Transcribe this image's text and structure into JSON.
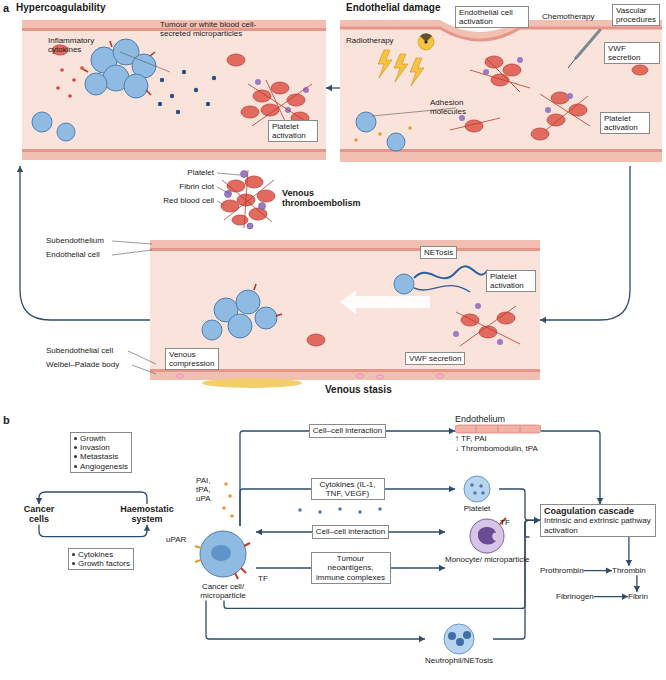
{
  "diagram": {
    "nodes": [
      {
        "text": [
          "Hypercoagulability"
        ]
      },
      {
        "text": [
          "Platelet activation"
        ],
        "in": 0
      },
      {
        "text": [
          "Endothelial damage"
        ]
      },
      {
        "text": [
          "Endothelial cell activation"
        ],
        "in": 2
      },
      {
        "text": [
          "Vascular procedures"
        ],
        "in": 2
      },
      {
        "text": [
          "VWF secretion"
        ],
        "in": 2
      },
      {
        "text": [
          "Platelet activation"
        ],
        "in": 2
      },
      {
        "text": [
          "Venous stasis"
        ]
      },
      {
        "text": [
          "NETosis"
        ],
        "in": 7
      },
      {
        "text": [
          "Platelet activation"
        ],
        "in": 7
      },
      {
        "text": [
          "VWF secretion"
        ],
        "in": 7
      },
      {
        "text": [
          "Venous compression"
        ],
        "in": 7
      },
      {
        "text": [
          "Cancer cells"
        ]
      },
      {
        "text": [
          "Haemostatic system"
        ]
      },
      {
        "text": [
          "Growth",
          "Invasion",
          "Metastasis",
          "Angiogenesis"
        ]
      },
      {
        "text": [
          "Cytokines",
          "Growth factors"
        ]
      },
      {
        "text": [
          "Cancer cell/ microparticle"
        ]
      },
      {
        "text": [
          "Endothelium",
          "↑ TF, PAI",
          "↓ Thrombomodulin, tPA"
        ]
      },
      {
        "text": [
          "Platelet"
        ]
      },
      {
        "text": [
          "Monocyte/ microparticle"
        ]
      },
      {
        "text": [
          "Neutrophil/NETosis"
        ]
      },
      {
        "text": [
          "Coagulation cascade",
          "Intrinsic and extrinsic pathway activation"
        ]
      },
      {
        "text": [
          "Prothrombin"
        ]
      },
      {
        "text": [
          "Thrombin"
        ]
      },
      {
        "text": [
          "Fibrinogen"
        ]
      },
      {
        "text": [
          "Fibrin"
        ]
      }
    ],
    "edges": [
      {
        "from": 2,
        "to": 0,
        "arrow": "to"
      },
      {
        "from": 2,
        "to": 7,
        "arrow": "to"
      },
      {
        "from": 7,
        "to": 0,
        "arrow": "to"
      },
      {
        "from": 13,
        "to": 12,
        "arrow": "to"
      },
      {
        "from": 12,
        "to": 13,
        "arrow": "to"
      },
      {
        "from": 16,
        "to": 17,
        "label": "Cell–cell interaction",
        "arrow": "to"
      },
      {
        "from": 16,
        "to": 18,
        "label": "Cytokines (IL-1, TNF, VEGF)",
        "arrow": "to"
      },
      {
        "from": 16,
        "to": 19,
        "label": "Cell–cell interaction",
        "arrow": "both"
      },
      {
        "from": 16,
        "to": 19,
        "label": "Tumour neoantigens, immune complexes",
        "arrow": "to"
      },
      {
        "from": 16,
        "to": 21,
        "arrow": "to"
      },
      {
        "from": 16,
        "to": 20,
        "arrow": "to"
      },
      {
        "from": 17,
        "to": 21,
        "arrow": "to"
      },
      {
        "from": 18,
        "to": 21,
        "arrow": "to"
      },
      {
        "from": 19,
        "to": 21,
        "arrow": "to"
      },
      {
        "from": 20,
        "to": 21,
        "arrow": "to"
      },
      {
        "from": 22,
        "to": 23,
        "arrow": "to"
      },
      {
        "from": 24,
        "to": 25,
        "arrow": "to"
      },
      {
        "from": 23,
        "to": 25,
        "arrow": "to"
      },
      {
        "from": 21,
        "to": 23,
        "arrow": "to"
      }
    ],
    "labels": [
      "a",
      "Inflammatory cytokines",
      "Tumour or white blood cell-secreted microparticles",
      "Radiotherapy",
      "Chemotherapy",
      "Adhesion molecules",
      "Platelet",
      "Fibrin clot",
      "Red blood cell",
      "Venous thromboembolism",
      "Subendothelium",
      "Endothelial cell",
      "Subendothelial cell",
      "Weibel–Palade body",
      "b",
      "PAI, tPA, uPA",
      "uPAR",
      "TF",
      "TF"
    ]
  }
}
